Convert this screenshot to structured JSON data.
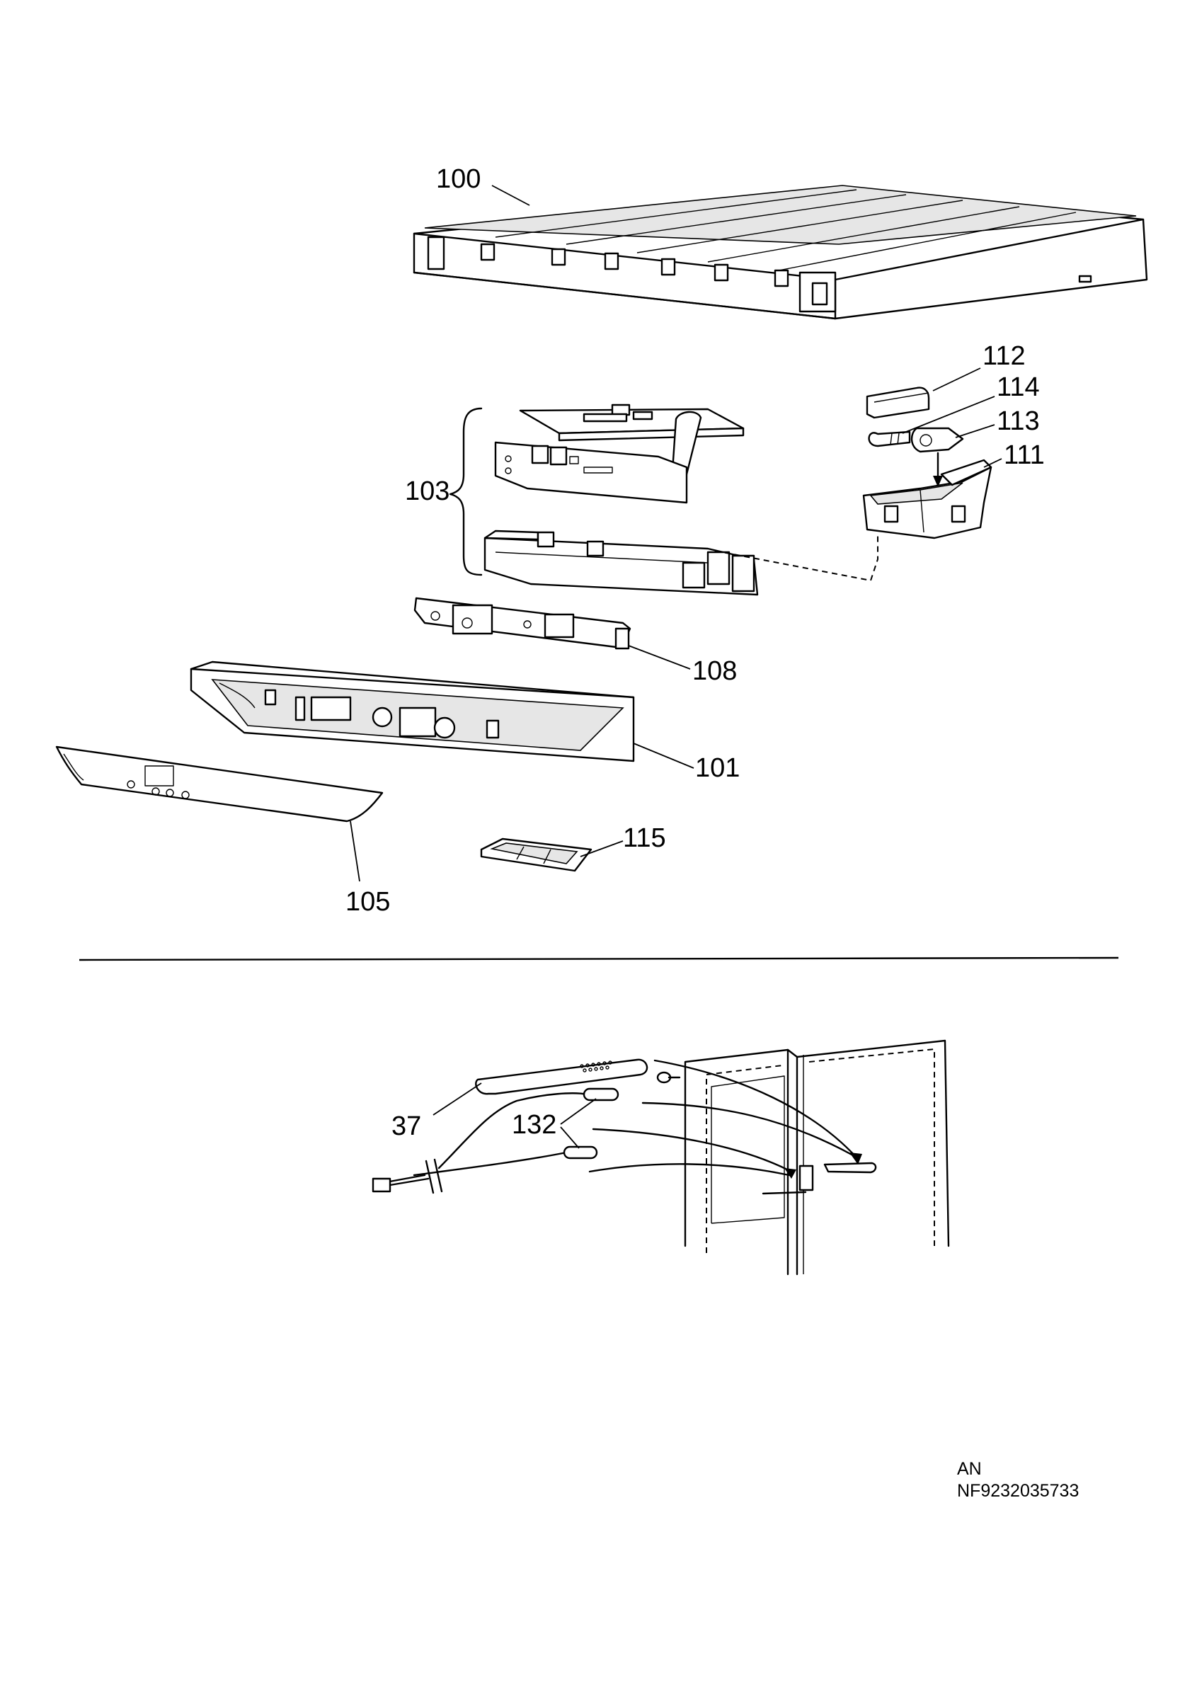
{
  "callouts": {
    "c100": "100",
    "c112": "112",
    "c114": "114",
    "c113": "113",
    "c111": "111",
    "c103": "103",
    "c108": "108",
    "c101": "101",
    "c115": "115",
    "c105": "105",
    "c37": "37",
    "c132": "132"
  },
  "footer": {
    "line1": "AN",
    "line2": "NF9232035733"
  }
}
